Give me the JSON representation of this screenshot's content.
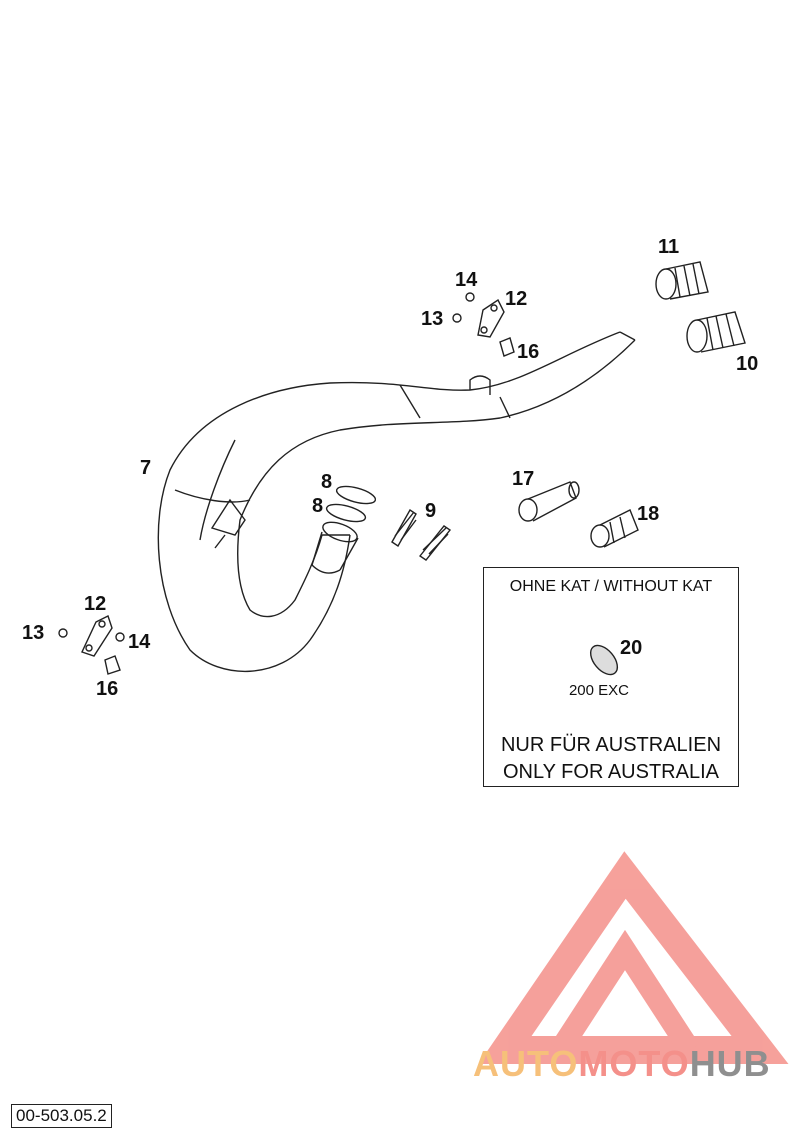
{
  "callouts": {
    "c7": "7",
    "c8a": "8",
    "c8b": "8",
    "c9": "9",
    "c10": "10",
    "c11": "11",
    "c12_top": "12",
    "c13_top": "13",
    "c14_top": "14",
    "c16_top": "16",
    "c17": "17",
    "c18": "18",
    "c12_left": "12",
    "c13_left": "13",
    "c14_left": "14",
    "c16_left": "16",
    "c20": "20"
  },
  "note": {
    "header": "OHNE KAT / WITHOUT KAT",
    "model": "200 EXC",
    "line1": "NUR FÜR AUSTRALIEN",
    "line2": "ONLY FOR AUSTRALIA"
  },
  "drawing_number": "00-503.05.2",
  "watermark": {
    "part1": "AUTO",
    "part2": "MOTO",
    "part3": "HUB",
    "color_auto": "#f6c07a",
    "color_moto": "#f4908a",
    "color_hub": "#8f8f8f"
  }
}
